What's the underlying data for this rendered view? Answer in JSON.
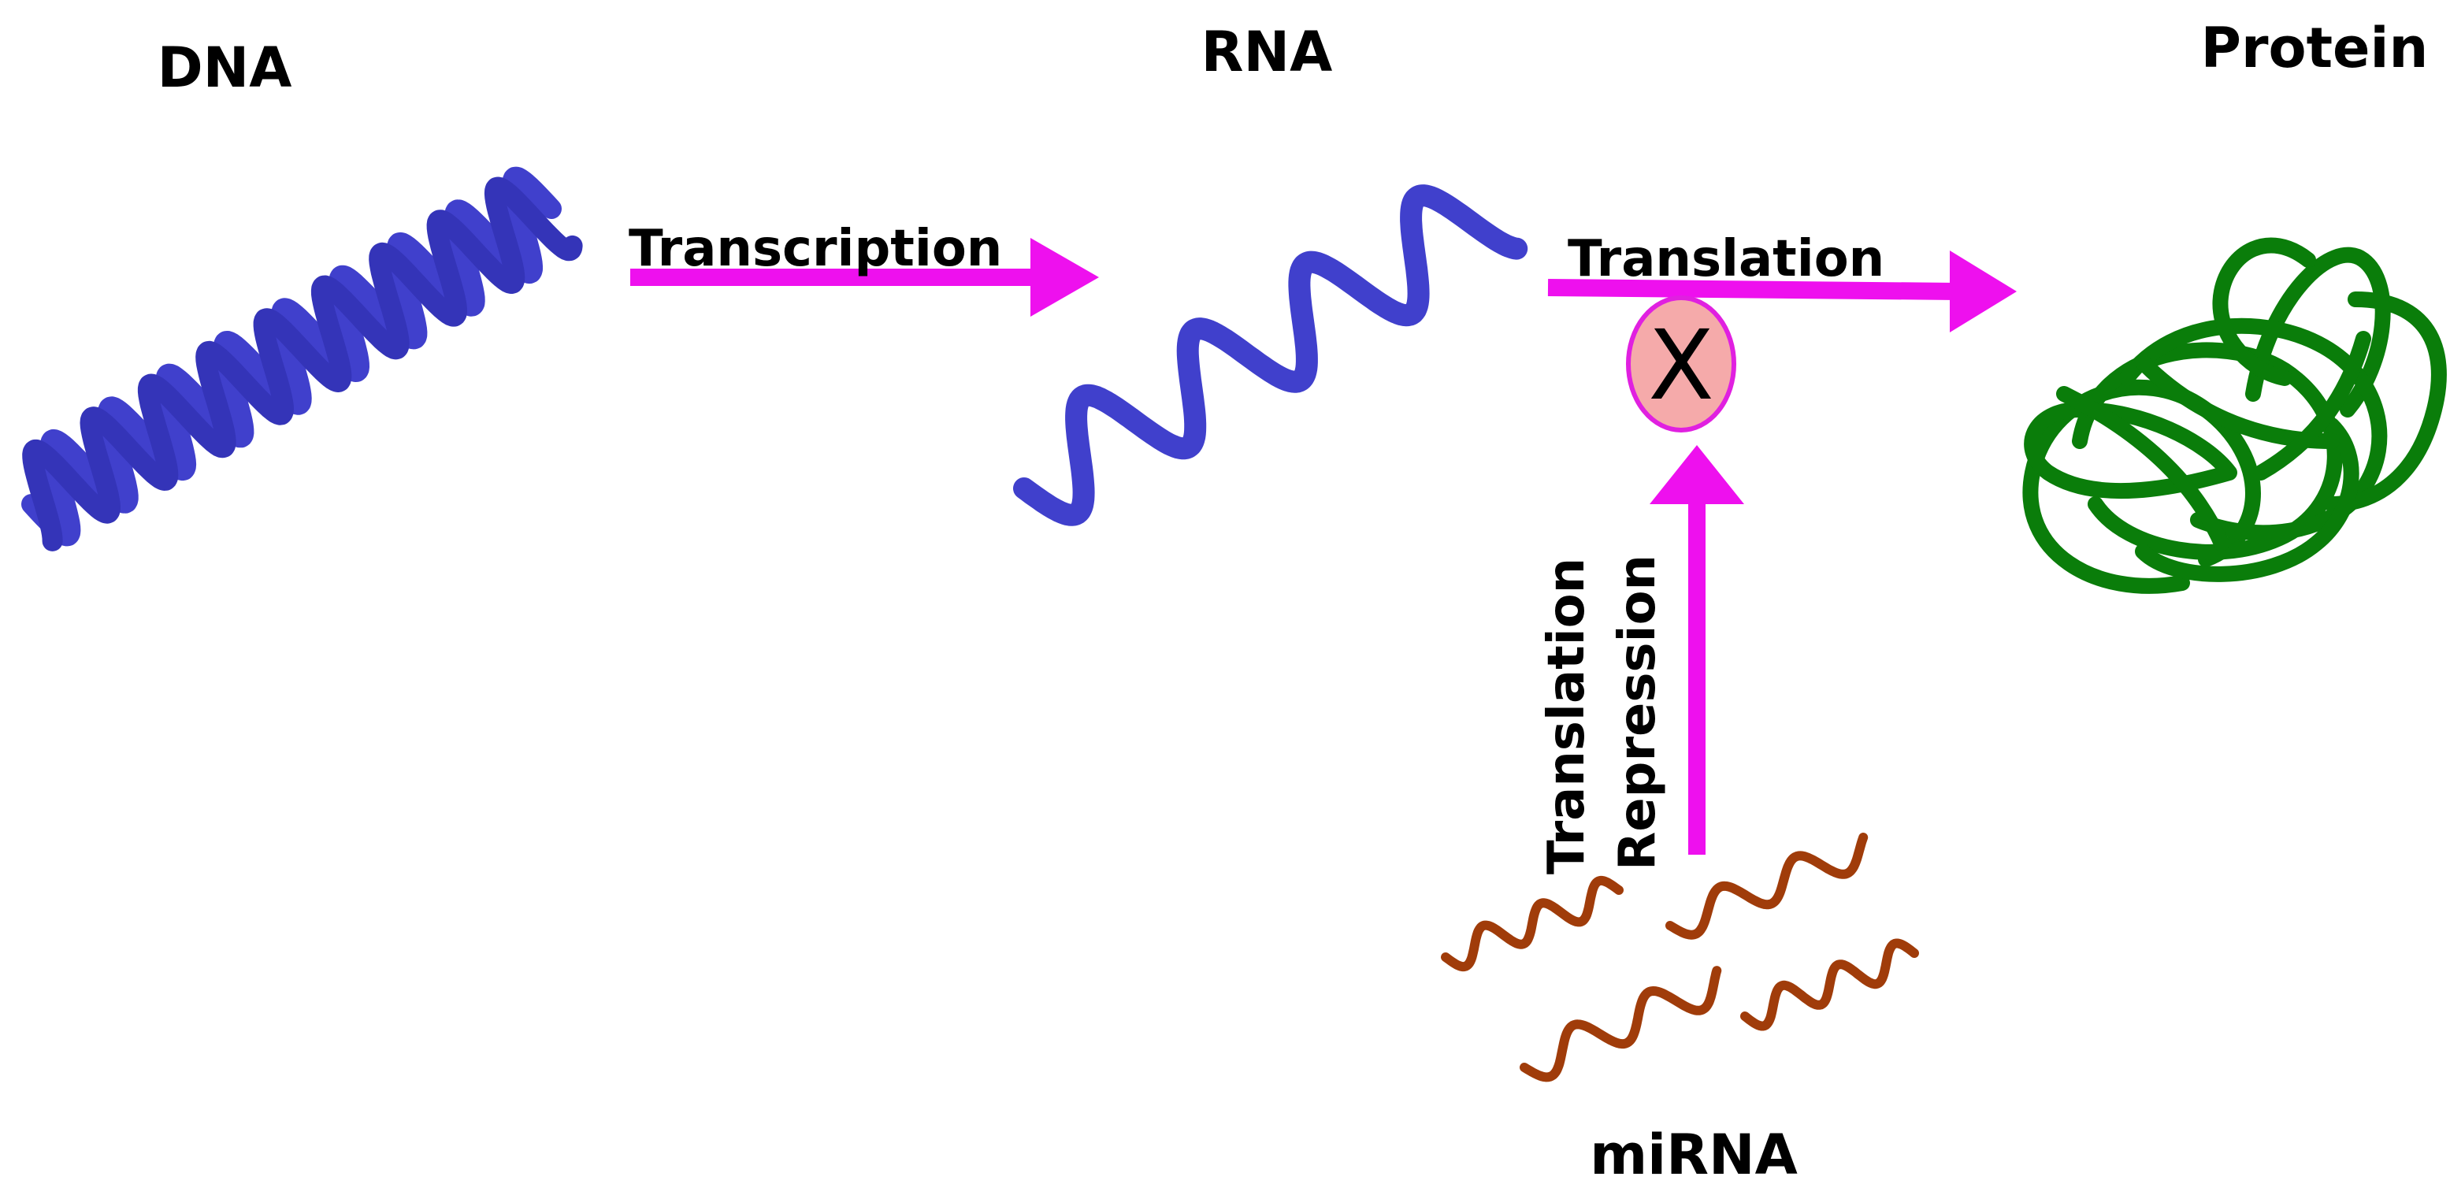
{
  "labels": {
    "dna": "DNA",
    "rna": "RNA",
    "protein": "Protein",
    "mirna": "miRNA"
  },
  "processes": {
    "transcription": "Transcription",
    "translation": "Translation",
    "repression_line1": "Translation",
    "repression_line2": "Repression"
  },
  "block_marker": "X",
  "colors": {
    "dna": "#4040cc",
    "rna": "#4040cc",
    "protein": "#0a7d0a",
    "mirna": "#a03c0a",
    "arrow": "#ee10ee",
    "block_fill": "#f5aaaa",
    "block_stroke": "#e020e0"
  }
}
